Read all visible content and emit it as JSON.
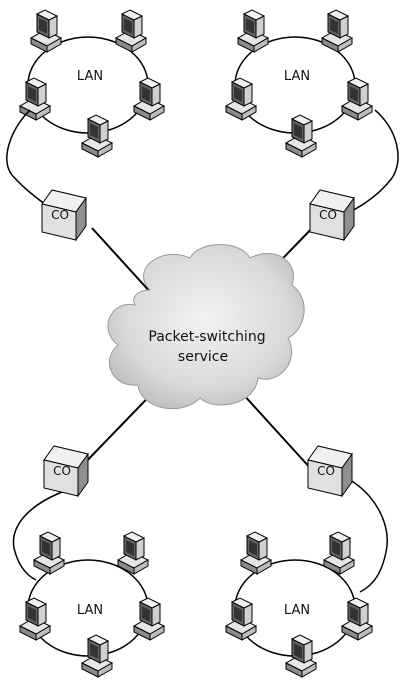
{
  "diagram": {
    "cloud_label_line1": "Packet-switching",
    "cloud_label_line2": "service",
    "lans": [
      {
        "label": "LAN"
      },
      {
        "label": "LAN"
      },
      {
        "label": "LAN"
      },
      {
        "label": "LAN"
      }
    ],
    "central_offices": [
      {
        "label": "CO"
      },
      {
        "label": "CO"
      },
      {
        "label": "CO"
      },
      {
        "label": "CO"
      }
    ]
  }
}
